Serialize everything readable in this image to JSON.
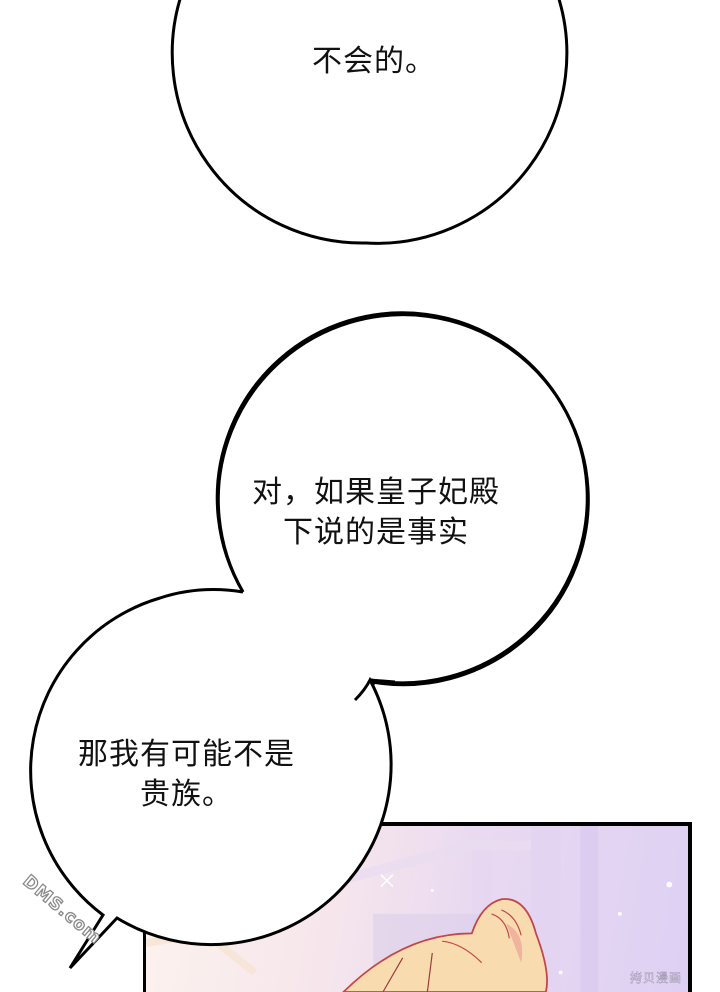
{
  "page": {
    "type": "webtoon-panel",
    "background": "#ffffff"
  },
  "bubbles": [
    {
      "id": "bubble-1",
      "lines": [
        "不会的。"
      ]
    },
    {
      "id": "bubble-2",
      "lines": [
        "对，如果皇子妃殿",
        "下说的是事实"
      ]
    },
    {
      "id": "bubble-3",
      "lines": [
        "那我有可能不是",
        "贵族。"
      ]
    }
  ],
  "panel": {
    "description": "Illustrated panel showing top of a character's blonde/pink hair against a pastel purple room background",
    "colors": {
      "hair": "#f7d7a8",
      "hair_line": "#c7474b",
      "bg_left": "#fdf3ee",
      "bg_right": "#ddd0f3"
    }
  },
  "watermarks": {
    "left": "DMS.com",
    "right": "拷贝漫画"
  }
}
